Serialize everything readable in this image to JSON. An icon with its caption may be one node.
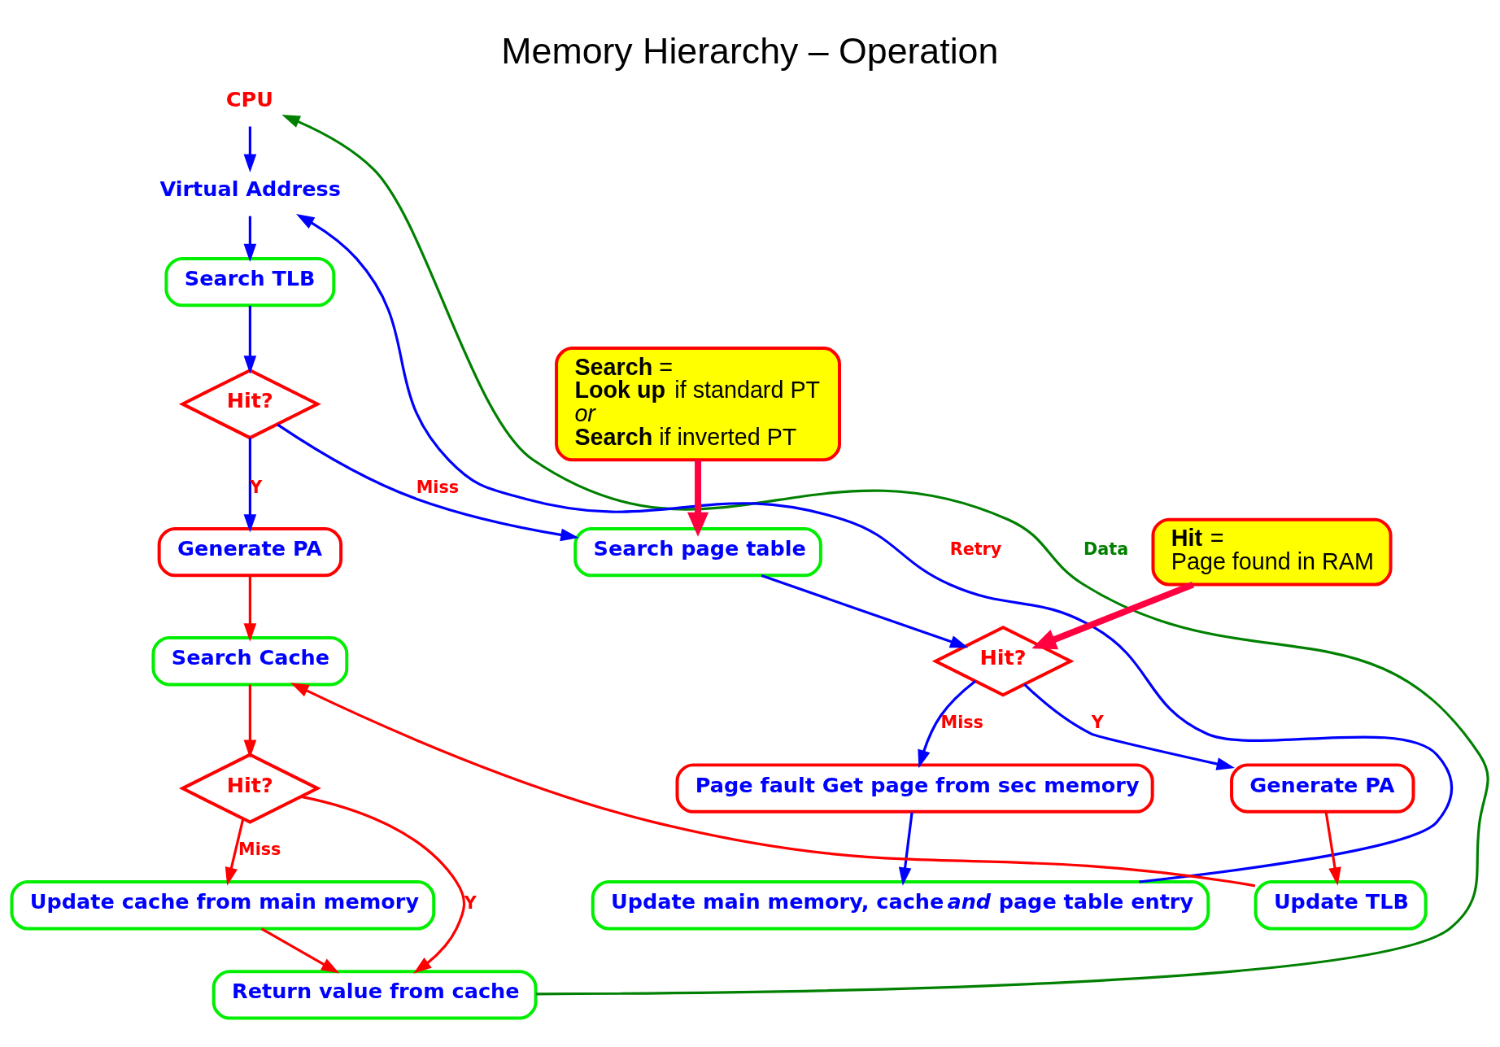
{
  "diagram": {
    "title": "Memory Hierarchy – Operation",
    "nodes": [
      {
        "text": [
          "CPU"
        ]
      },
      {
        "text": [
          "Virtual Address"
        ]
      },
      {
        "text": [
          "Search TLB"
        ]
      },
      {
        "text": [
          "Hit?"
        ]
      },
      {
        "text": [
          "Generate PA"
        ]
      },
      {
        "text": [
          "Search Cache"
        ]
      },
      {
        "text": [
          "Hit?"
        ]
      },
      {
        "text": [
          "Update cache from main memory"
        ]
      },
      {
        "text": [
          "Return value from cache"
        ]
      },
      {
        "text": [
          "Search page table"
        ]
      },
      {
        "text": [
          "Hit?"
        ]
      },
      {
        "text": [
          "Page fault Get page from sec memory"
        ]
      },
      {
        "text": [
          "Update main memory, cache *and* page table entry"
        ]
      },
      {
        "text": [
          "Generate PA"
        ]
      },
      {
        "text": [
          "Update TLB"
        ]
      },
      {
        "text": [
          "**Search** =",
          "**Look up** if standard PT",
          "*or*",
          "**Search** if inverted PT"
        ]
      },
      {
        "text": [
          "**Hit** =",
          "Page found in RAM"
        ]
      }
    ],
    "edges": [
      {
        "from": 0,
        "to": 1,
        "arrow": "to"
      },
      {
        "from": 1,
        "to": 2,
        "arrow": "to"
      },
      {
        "from": 2,
        "to": 3,
        "arrow": "to"
      },
      {
        "from": 3,
        "to": 4,
        "arrow": "to",
        "label": "Y"
      },
      {
        "from": 3,
        "to": 9,
        "arrow": "to",
        "label": "Miss"
      },
      {
        "from": 4,
        "to": 5,
        "arrow": "to",
        "color": "#ff0000"
      },
      {
        "from": 5,
        "to": 6,
        "arrow": "to",
        "color": "#ff0000"
      },
      {
        "from": 6,
        "to": 7,
        "arrow": "to",
        "label": "Miss",
        "color": "#ff0000"
      },
      {
        "from": 6,
        "to": 8,
        "arrow": "to",
        "label": "Y",
        "color": "#ff0000"
      },
      {
        "from": 7,
        "to": 8,
        "arrow": "to",
        "color": "#ff0000"
      },
      {
        "from": 8,
        "to": 0,
        "arrow": "to",
        "label": "Data",
        "color": "#008000"
      },
      {
        "from": 9,
        "to": 10,
        "arrow": "to"
      },
      {
        "from": 10,
        "to": 13,
        "arrow": "to",
        "label": "Y"
      },
      {
        "from": 10,
        "to": 11,
        "arrow": "to",
        "label": "Miss"
      },
      {
        "from": 11,
        "to": 12,
        "arrow": "to"
      },
      {
        "from": 12,
        "to": 1,
        "arrow": "to",
        "label": "Retry"
      },
      {
        "from": 13,
        "to": 14,
        "arrow": "to",
        "color": "#ff0000"
      },
      {
        "from": 14,
        "to": 5,
        "arrow": "to",
        "color": "#ff0000"
      },
      {
        "from": 15,
        "to": 9,
        "arrow": "to",
        "style": "thick",
        "color": "#ff0040"
      },
      {
        "from": 16,
        "to": 10,
        "arrow": "to",
        "style": "thick",
        "color": "#ff0040"
      }
    ]
  }
}
